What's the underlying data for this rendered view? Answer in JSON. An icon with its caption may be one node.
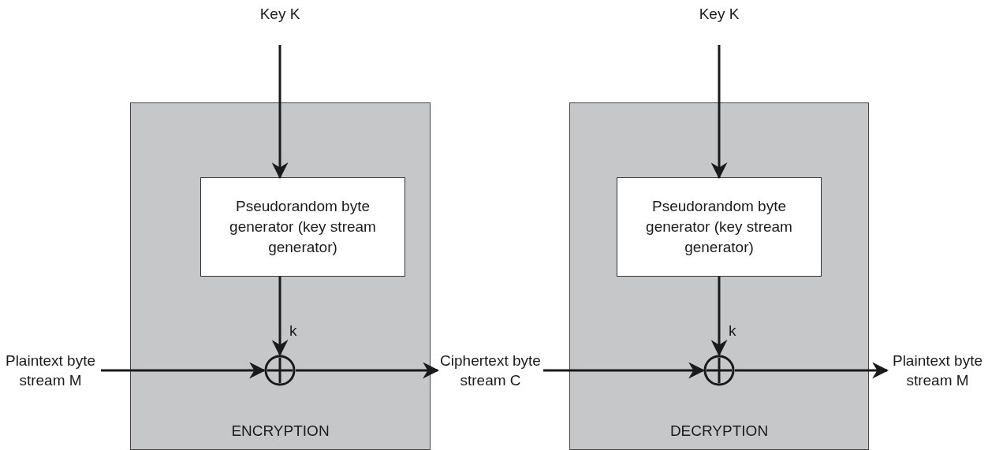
{
  "diagram": {
    "nodes": [
      {
        "text": [
          "ENCRYPTION"
        ]
      },
      {
        "text": [
          "Key K"
        ]
      },
      {
        "text": [
          "Pseudorandom byte generator (key stream generator)"
        ],
        "in": 0
      },
      {
        "text": [],
        "shape": "circle",
        "in": 0
      },
      {
        "text": [
          "Plaintext byte stream M"
        ]
      },
      {
        "text": [
          "Ciphertext byte stream C"
        ]
      },
      {
        "text": [
          "DECRYPTION"
        ]
      },
      {
        "text": [
          "Key K"
        ]
      },
      {
        "text": [
          "Pseudorandom byte generator (key stream generator)"
        ],
        "in": 6
      },
      {
        "text": [],
        "shape": "circle",
        "in": 6
      },
      {
        "text": [
          "Plaintext byte stream M"
        ]
      }
    ],
    "edges": [
      {
        "from": 1,
        "to": 2,
        "arrow": "to"
      },
      {
        "from": 2,
        "to": 3,
        "arrow": "to",
        "label": "k"
      },
      {
        "from": 4,
        "to": 3,
        "arrow": "to"
      },
      {
        "from": 3,
        "to": 5,
        "arrow": "to"
      },
      {
        "from": 5,
        "to": 9,
        "arrow": "to"
      },
      {
        "from": 7,
        "to": 8,
        "arrow": "to"
      },
      {
        "from": 8,
        "to": 9,
        "arrow": "to",
        "label": "k"
      },
      {
        "from": 9,
        "to": 10,
        "arrow": "to"
      }
    ]
  }
}
